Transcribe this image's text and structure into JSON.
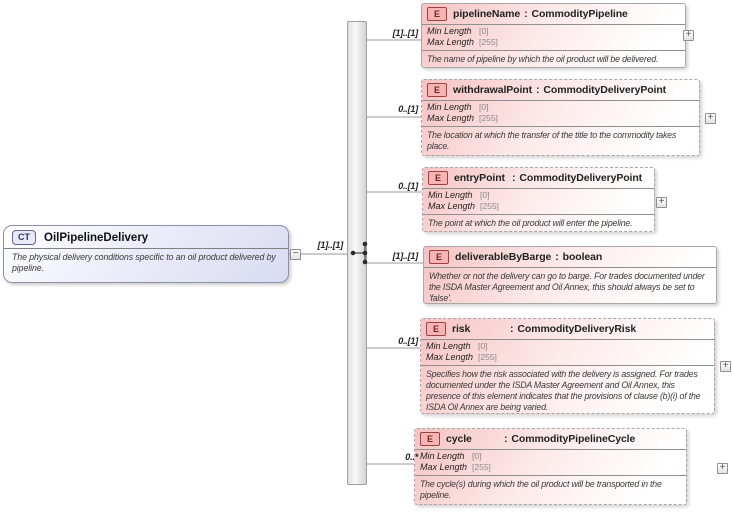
{
  "ui": {
    "colon": ":",
    "expand_glyph": "+",
    "collapse_glyph": "−"
  },
  "colors": {
    "element_fill": "#f6c2c2",
    "element_badge_fill": "#f6b5b5",
    "element_badge_border": "#9c4040",
    "complex_type_fill": "#d9dbf2",
    "complex_type_border": "#8a8fb0",
    "connector_line": "#999999"
  },
  "root": {
    "badge": "CT",
    "title": "OilPipelineDelivery",
    "description": "The physical delivery conditions specific to an oil product delivered by pipeline.",
    "cardinality": "[1]..[1]"
  },
  "elements": [
    {
      "badge": "E",
      "name": "pipelineName",
      "type": "CommodityPipeline",
      "cardinality": "[1]..[1]",
      "facets": {
        "min_label": "Min Length",
        "min_value": "[0]",
        "max_label": "Max Length",
        "max_value": "[255]"
      },
      "description": "The name of pipeline by which the oil product will be delivered."
    },
    {
      "badge": "E",
      "name": "withdrawalPoint",
      "type": "CommodityDeliveryPoint",
      "cardinality": "0..[1]",
      "facets": {
        "min_label": "Min Length",
        "min_value": "[0]",
        "max_label": "Max Length",
        "max_value": "[255]"
      },
      "description": "The location at which the transfer of the title to the commodity takes place."
    },
    {
      "badge": "E",
      "name": "entryPoint",
      "type": "CommodityDeliveryPoint",
      "cardinality": "0..[1]",
      "facets": {
        "min_label": "Min Length",
        "min_value": "[0]",
        "max_label": "Max Length",
        "max_value": "[255]"
      },
      "description": "The point at which the oil product will enter the pipeline."
    },
    {
      "badge": "E",
      "name": "deliverableByBarge",
      "type": "boolean",
      "cardinality": "[1]..[1]",
      "description": "Whether or not the delivery can go to barge. For trades documented under the ISDA Master Agreement and Oil Annex, this should always be set to 'false'."
    },
    {
      "badge": "E",
      "name": "risk",
      "type": "CommodityDeliveryRisk",
      "cardinality": "0..[1]",
      "facets": {
        "min_label": "Min Length",
        "min_value": "[0]",
        "max_label": "Max Length",
        "max_value": "[255]"
      },
      "description": "Specifies how the risk associated with the delivery is assigned. For trades documented under the ISDA Master Agreement and Oil Annex, this presence of this element indicates that the provisions of clause (b)(i) of the ISDA Oil Annex are being varied."
    },
    {
      "badge": "E",
      "name": "cycle",
      "type": "CommodityPipelineCycle",
      "cardinality": "0..*",
      "facets": {
        "min_label": "Min Length",
        "min_value": "[0]",
        "max_label": "Max Length",
        "max_value": "[255]"
      },
      "description": "The cycle(s) during which the oil product will be transported in the pipeline."
    }
  ]
}
